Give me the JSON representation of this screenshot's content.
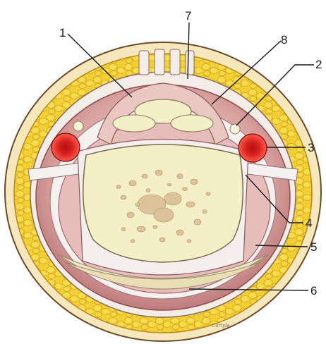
{
  "diagram": {
    "labels": [
      {
        "id": "1",
        "text": "1"
      },
      {
        "id": "2",
        "text": "2"
      },
      {
        "id": "3",
        "text": "3"
      },
      {
        "id": "4",
        "text": "4"
      },
      {
        "id": "5",
        "text": "5"
      },
      {
        "id": "6",
        "text": "6"
      },
      {
        "id": "7",
        "text": "7"
      },
      {
        "id": "8",
        "text": "8"
      }
    ],
    "signature": "Carlyle",
    "colors": {
      "fat": "#f2d13a",
      "fat_dark": "#d9a91e",
      "skin": "#f6e6b8",
      "muscle": "#c98a8a",
      "muscle_light": "#e9c3bf",
      "fascia": "#f4eef0",
      "bone": "#f3efc6",
      "vessel": "#d41f1f",
      "outline": "#5a3a2a"
    }
  }
}
